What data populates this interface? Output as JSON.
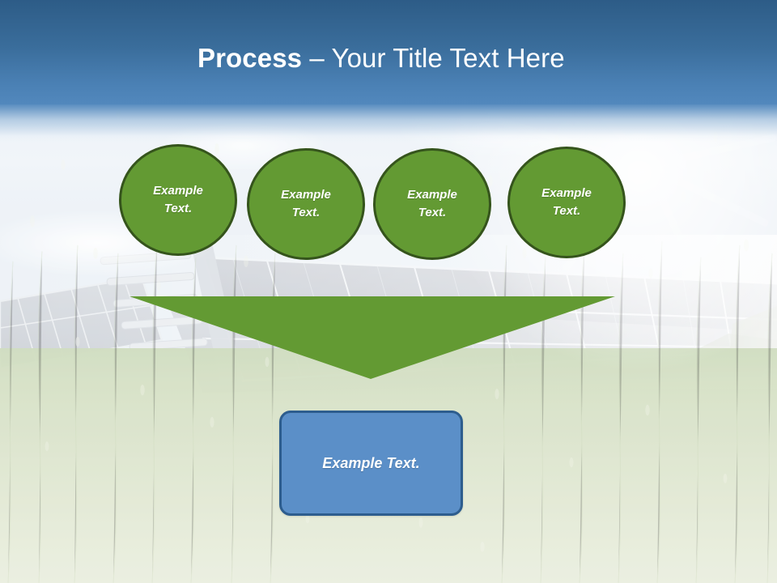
{
  "slide": {
    "title": {
      "bold_part": "Process",
      "light_part": " – Your Title Text Here"
    },
    "background": {
      "scene_name": "solar-panel-meadow-photo",
      "band_color_top": "#2d5c87",
      "band_color_bottom": "#5288bd",
      "sky_color": "#eaf0f6",
      "grass_color": "#cedbba"
    },
    "steps": [
      {
        "label": "Example\nText.",
        "line1": "Example",
        "line2": "Text."
      },
      {
        "label": "Example\nText.",
        "line1": "Example",
        "line2": "Text."
      },
      {
        "label": "Example\nText.",
        "line1": "Example",
        "line2": "Text."
      },
      {
        "label": "Example\nText.",
        "line1": "Example",
        "line2": "Text."
      }
    ],
    "arrow": {
      "name": "down-arrow",
      "direction": "down",
      "fill": "#639a33"
    },
    "result": {
      "label": "Example Text.",
      "fill": "#5b8fc8",
      "stroke": "#2d5d8e"
    },
    "colors": {
      "green_fill": "#639a33",
      "green_stroke": "#35541c",
      "blue_fill": "#5b8fc8",
      "blue_stroke": "#2d5d8e",
      "title_text": "#ffffff"
    }
  }
}
